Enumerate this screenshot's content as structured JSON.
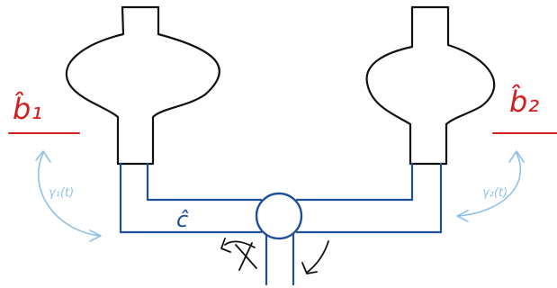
{
  "labels": {
    "b1": "b̂₁",
    "b2": "b̂₂",
    "c": "ĉ",
    "gamma1": "γ₁(t)",
    "gamma2": "γ₂(t)"
  },
  "colors": {
    "ink": "#111111",
    "red": "#d11f1f",
    "blue": "#1f4f9a",
    "light_blue": "#8ec2e6"
  }
}
